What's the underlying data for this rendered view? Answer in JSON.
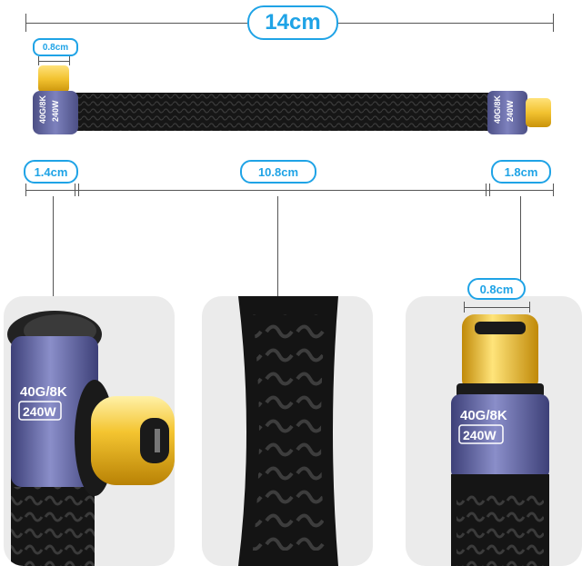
{
  "dimensions": {
    "total_length": "14cm",
    "connector_width_top": "0.8cm",
    "left_section": "1.4cm",
    "middle_section": "10.8cm",
    "right_section": "1.8cm",
    "connector_width_right": "0.8cm"
  },
  "connector_label": {
    "line1": "40G/8K",
    "line2": "240W"
  },
  "colors": {
    "accent": "#1fa3e6",
    "housing": "#6b6fa8",
    "cable": "#1a1a1a",
    "plug_gold": "#f2c230",
    "panel_bg": "#ebebeb"
  }
}
